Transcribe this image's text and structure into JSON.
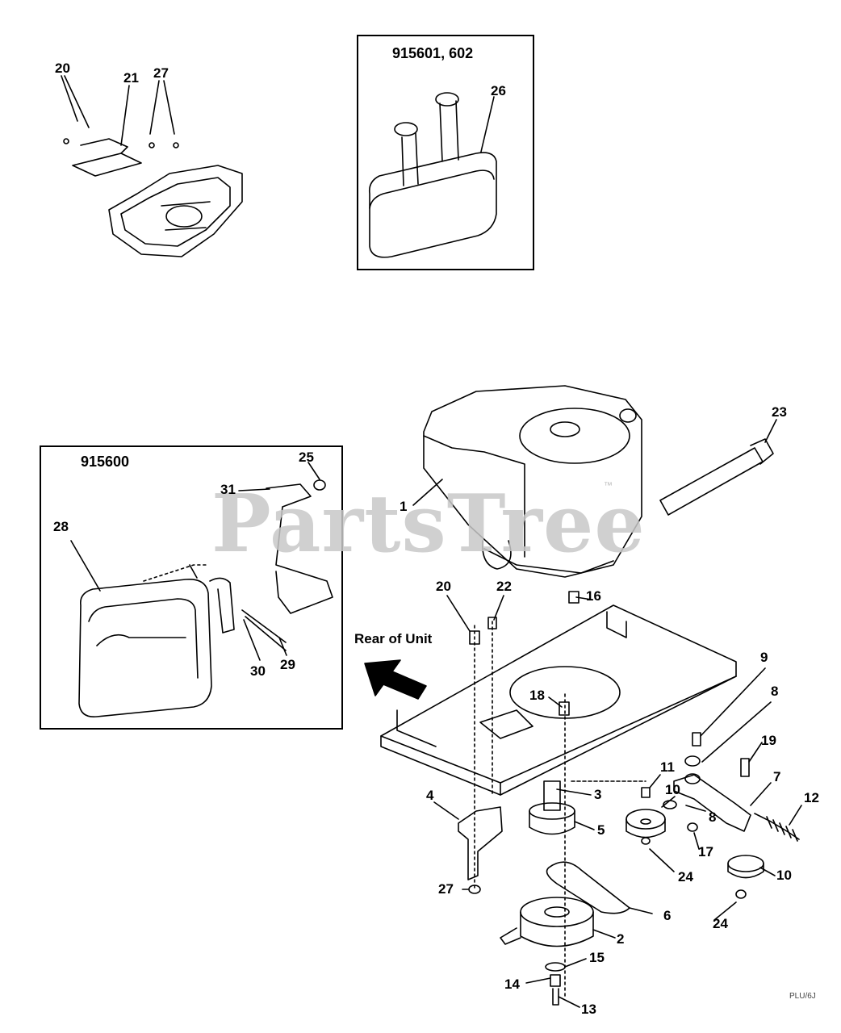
{
  "diagram": {
    "inset_top": {
      "title": "915601, 602"
    },
    "inset_left": {
      "title": "915600"
    },
    "rear_label": "Rear of Unit",
    "watermark": "PartsTree",
    "trademark": "™",
    "drawing_code": "PLU/6J",
    "callouts": [
      "20",
      "21",
      "27",
      "26",
      "25",
      "31",
      "28",
      "30",
      "29",
      "23",
      "1",
      "20",
      "22",
      "16",
      "9",
      "8",
      "18",
      "19",
      "11",
      "10",
      "7",
      "12",
      "3",
      "4",
      "5",
      "8",
      "17",
      "24",
      "10",
      "27",
      "6",
      "24",
      "2",
      "15",
      "14",
      "13"
    ]
  }
}
